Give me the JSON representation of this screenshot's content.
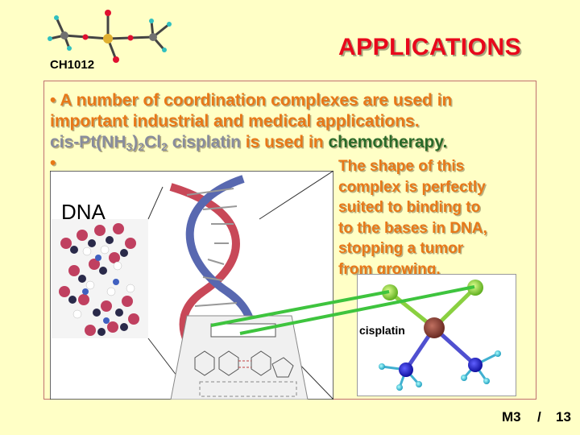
{
  "header": {
    "course_code": "CH1012",
    "title": "APPLICATIONS"
  },
  "content": {
    "line1": "• A number of coordination complexes are used in",
    "line2": "important industrial and medical applications.",
    "line3": {
      "formula_a": "cis-Pt(NH",
      "sub1": "3",
      "formula_b": ")",
      "sub2": "2",
      "formula_c": "Cl",
      "sub3": "2",
      "name": " cisplatin",
      "used_in": " is used in ",
      "therapy": "chemotherapy."
    },
    "bullet2": "•",
    "shape_lines": [
      "The shape of this",
      "complex is perfectly",
      "suited to binding to",
      "to the bases in DNA,",
      "stopping a tumor",
      "from growing."
    ]
  },
  "figure": {
    "dna_label": "DNA",
    "cisplatin_label": "cisplatin"
  },
  "footer": {
    "module": "M3",
    "separator": "/",
    "page": "13"
  },
  "colors": {
    "background": "#ffffc6",
    "title": "#e8081c",
    "body_text": "#e87818",
    "formula_text": "#888c9c",
    "highlight": "#2a6a2a",
    "bond_line": "#3ec43e"
  }
}
